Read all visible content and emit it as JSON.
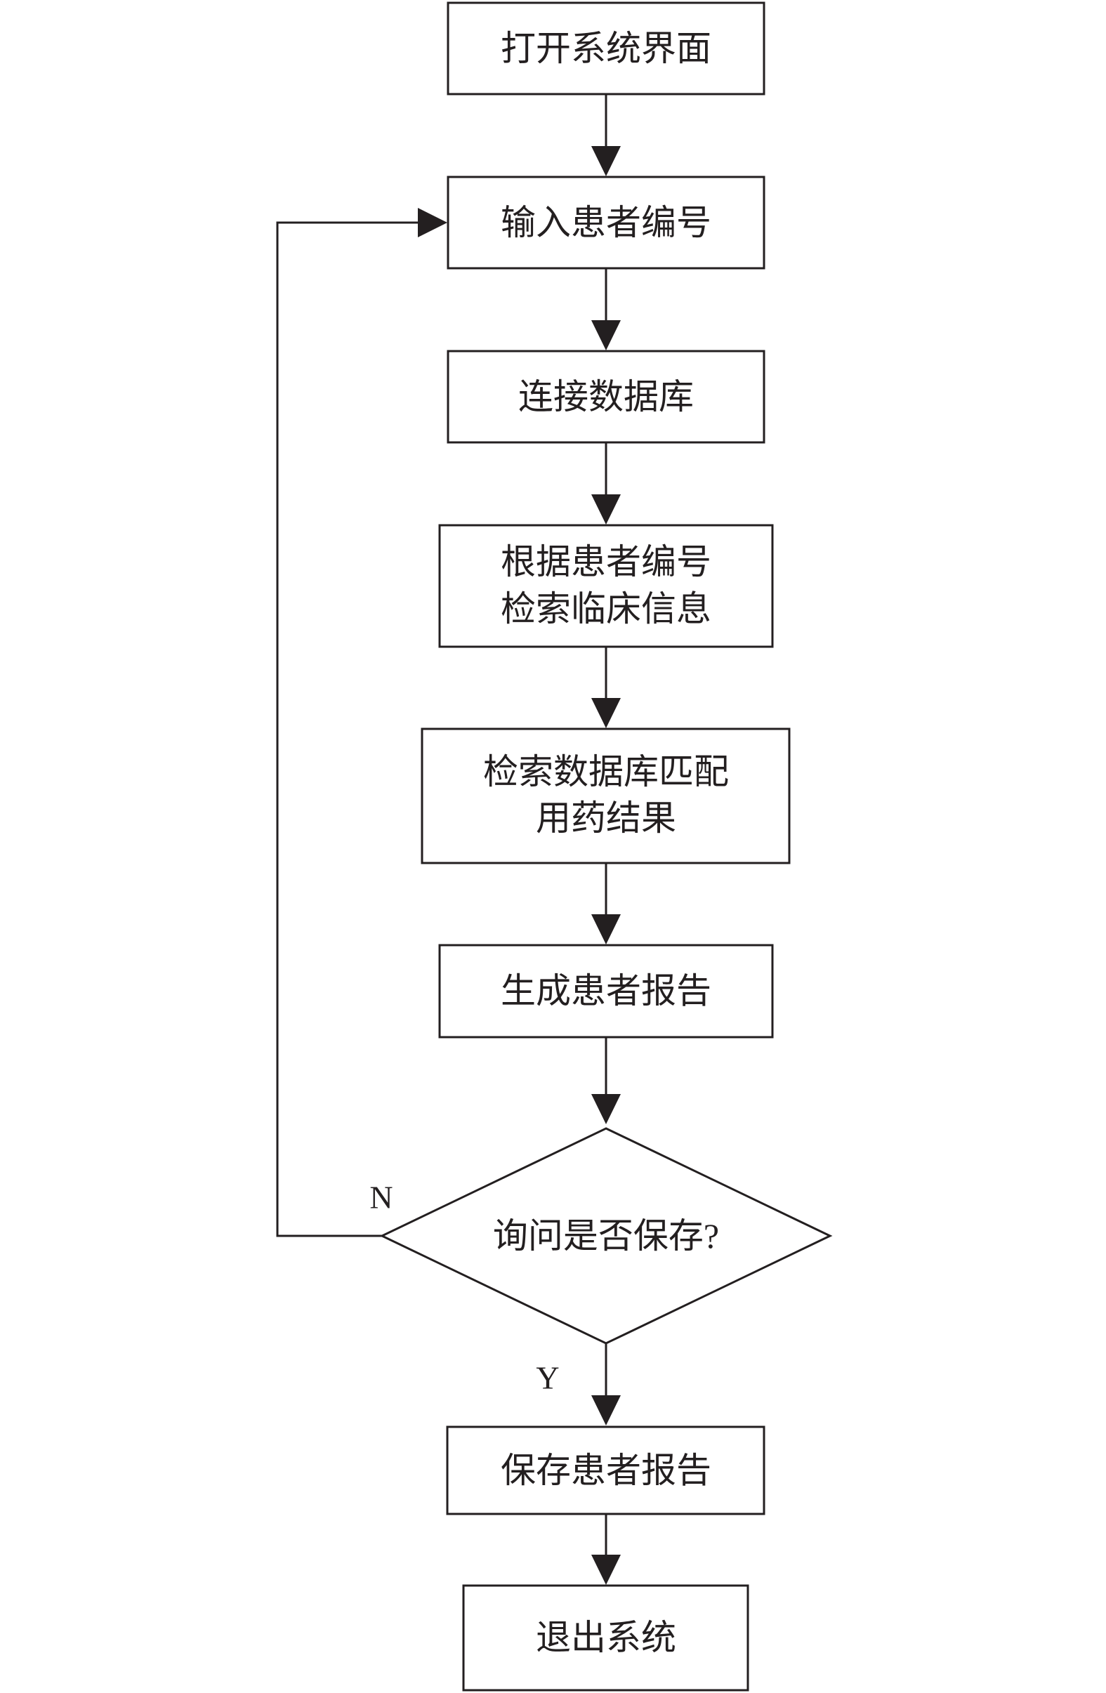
{
  "colors": {
    "stroke": "#231f20",
    "text": "#231f20",
    "background": "#ffffff"
  },
  "steps": {
    "open_system": "打开系统界面",
    "input_patient_id": "输入患者编号",
    "connect_db": "连接数据库",
    "search_clinical": [
      "根据患者编号",
      "检索临床信息"
    ],
    "match_medication": [
      "检索数据库匹配",
      "用药结果"
    ],
    "generate_report": "生成患者报告",
    "ask_save": "询问是否保存?",
    "save_report": "保存患者报告",
    "exit_system": "退出系统"
  },
  "labels": {
    "no": "N",
    "yes": "Y"
  }
}
